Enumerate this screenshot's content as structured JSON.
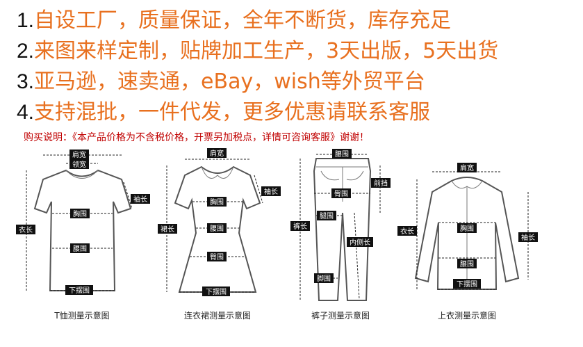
{
  "promo_lines": [
    {
      "num": "1.",
      "text": "自设工厂，质量保证，全年不断货，库存充足"
    },
    {
      "num": "2.",
      "text": "来图来样定制，贴牌加工生产，3天出版，5天出货"
    },
    {
      "num": "3.",
      "text": "亚马逊，速卖通，eBay，wish等外贸平台"
    },
    {
      "num": "4.",
      "text": "支持混批，一件代发，更多优惠请联系客服"
    }
  ],
  "purchase_note": "购买说明：《本产品价格为不含税价格，开票另加税点，详情可咨询客服》谢谢！",
  "figures": {
    "tshirt": {
      "caption": "T恤测量示意图",
      "labels": {
        "shoulder": "肩宽",
        "collar": "领宽",
        "sleeve": "袖长",
        "chest": "胸围",
        "length": "衣长",
        "waist": "腰围",
        "hem": "下摆围"
      }
    },
    "dress": {
      "caption": "连衣裙测量示意图",
      "labels": {
        "shoulder": "肩宽",
        "sleeve": "袖长",
        "chest": "胸围",
        "length": "裙长",
        "waist": "腰围",
        "hip": "臀围",
        "hem": "下摆围"
      }
    },
    "pants": {
      "caption": "裤子测量示意图",
      "labels": {
        "waist": "腰围",
        "front_rise": "前挡",
        "hip": "臀围",
        "length": "裤长",
        "thigh": "腿围",
        "inseam": "内侧长",
        "leg_opening": "脚围"
      }
    },
    "shirt": {
      "caption": "上衣测量示意图",
      "labels": {
        "shoulder": "肩宽",
        "length": "衣长",
        "chest": "胸围",
        "sleeve": "袖长",
        "waist": "腰围",
        "hem": "下摆围"
      }
    }
  }
}
